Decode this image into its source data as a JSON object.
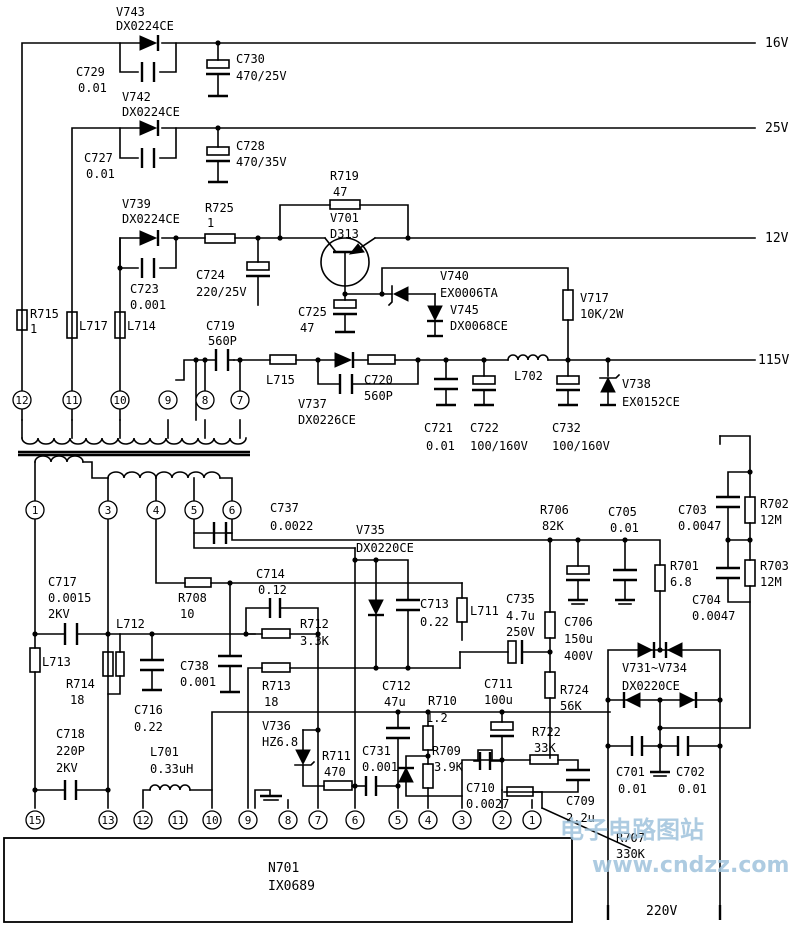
{
  "rails": {
    "v16": "16V",
    "v25": "25V",
    "v12": "12V",
    "v115": "115V",
    "ac": "220V"
  },
  "labels": {
    "V743": "V743",
    "DX0224CE_1": "DX0224CE",
    "C730": "C730",
    "C730v": "470/25V",
    "C729": "C729",
    "C729v": "0.01",
    "V742": "V742",
    "DX0224CE_2": "DX0224CE",
    "C728": "C728",
    "C728v": "470/35V",
    "C727": "C727",
    "C727v": "0.01",
    "R719": "R719",
    "R719v": "47",
    "V701": "V701",
    "V701v": "D313",
    "V739": "V739",
    "DX0224CE_3": "DX0224CE",
    "R725": "R725",
    "R725v": "1",
    "C724": "C724",
    "C724v": "220/25V",
    "C723": "C723",
    "C723v": "0.001",
    "V740": "V740",
    "V740v": "EX0006TA",
    "V745": "V745",
    "V745v": "DX0068CE",
    "V717": "V717",
    "V717v": "10K/2W",
    "C725": "C725",
    "C725v": "47",
    "R715": "R715",
    "R715v": "1",
    "L717": "L717",
    "L714": "L714",
    "C719": "C719",
    "C719v": "560P",
    "L715": "L715",
    "C720": "C720",
    "C720v": "560P",
    "V737": "V737",
    "V737v": "DX0226CE",
    "L702": "L702",
    "V738": "V738",
    "V738v": "EX0152CE",
    "C721": "C721",
    "C721v": "0.01",
    "C722": "C722",
    "C722v": "100/160V",
    "C732": "C732",
    "C732v": "100/160V",
    "C737": "C737",
    "C737v": "0.0022",
    "R706": "R706",
    "R706v": "82K",
    "C705": "C705",
    "C705v": "0.01",
    "C703": "C703",
    "C703v": "0.0047",
    "R702": "R702",
    "R702v": "12M",
    "R703": "R703",
    "R703v": "12M",
    "C704": "C704",
    "C704v": "0.0047",
    "V735": "V735",
    "V735v": "DX0220CE",
    "C717": "C717",
    "C717v1": "0.0015",
    "C717v2": "2KV",
    "R708": "R708",
    "R708v": "10",
    "C714": "C714",
    "C714v": "0.12",
    "C713": "C713",
    "C713v": "0.22",
    "L711": "L711",
    "C735": "C735",
    "C735v1": "4.7u",
    "C735v2": "250V",
    "R701": "R701",
    "R701v": "6.8",
    "C706": "C706",
    "C706v1": "150u",
    "C706v2": "400V",
    "L712": "L712",
    "R712": "R712",
    "R712v": "3.3K",
    "L713": "L713",
    "R714": "R714",
    "R714v": "18",
    "C716": "C716",
    "C716v": "0.22",
    "C738": "C738",
    "C738v": "0.001",
    "R713": "R713",
    "R713v": "18",
    "R724": "R724",
    "R724v": "56K",
    "V731": "V731~V734",
    "V731v": "DX0220CE",
    "C712": "C712",
    "C712v": "47u",
    "R710": "R710",
    "R710v": "1.2",
    "C711": "C711",
    "C711v": "100u",
    "V736": "V736",
    "V736v": "HZ6.8",
    "R722": "R722",
    "R722v": "33K",
    "C718": "C718",
    "C718v1": "220P",
    "C718v2": "2KV",
    "L701": "L701",
    "L701v": "0.33uH",
    "R711": "R711",
    "R711v": "470",
    "C731": "C731",
    "C731v": "0.001",
    "R709": "R709",
    "R709v": "3.9K",
    "C710": "C710",
    "C710v": "0.0027",
    "C709": "C709",
    "C709v": "2.2u",
    "C701": "C701",
    "C701v": "0.01",
    "C702": "C702",
    "C702v": "0.01",
    "R707": "R707",
    "R707v": "330K",
    "N701": "N701",
    "N701v": "IX0689"
  },
  "pins_top": [
    "12",
    "11",
    "10",
    "9",
    "8",
    "7"
  ],
  "pins_mid": [
    "1",
    "3",
    "4",
    "5",
    "6"
  ],
  "pins_ic": [
    "15",
    "13",
    "12",
    "11",
    "10",
    "9",
    "8",
    "7",
    "6",
    "5",
    "4",
    "3",
    "2",
    "1"
  ],
  "watermark": {
    "cn": "电子电路图站",
    "url": "www.cndzz.com"
  }
}
